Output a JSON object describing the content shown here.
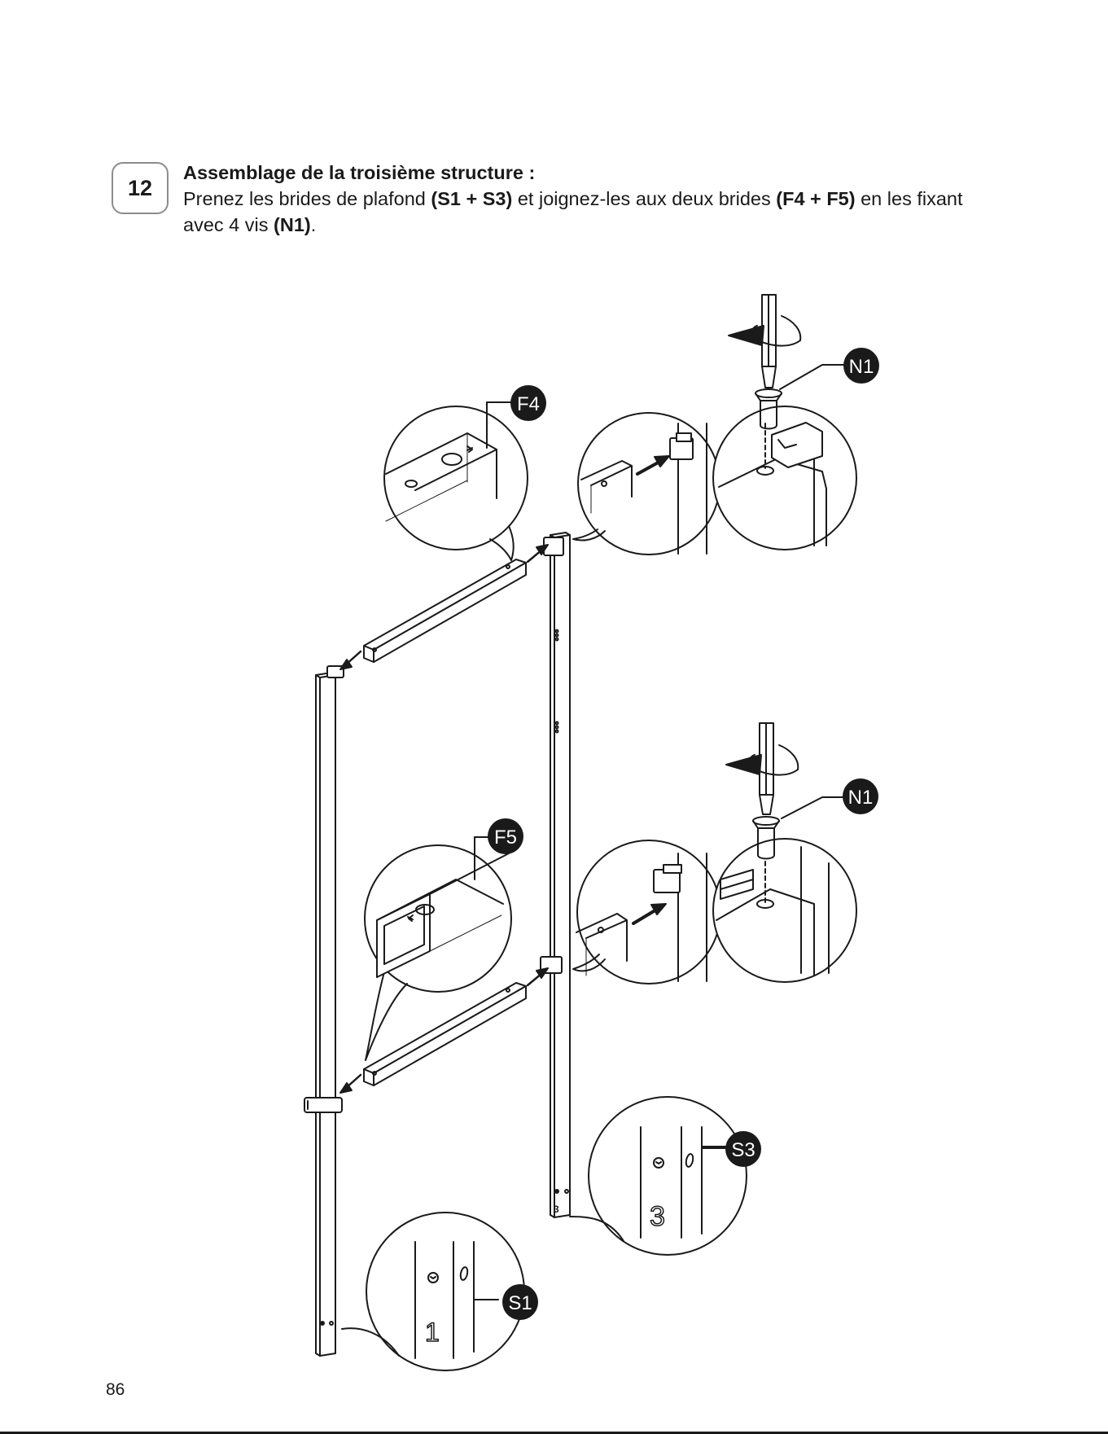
{
  "step": {
    "number": "12",
    "title": "Assemblage de la troisième structure :",
    "text_1": "Prenez les brides de plafond ",
    "bold_1": "(S1 + S3)",
    "text_2": " et joignez-les aux deux brides ",
    "bold_2": "(F4 + F5)",
    "text_3": " en les fixant avec 4 vis ",
    "bold_3": "(N1)",
    "text_4": "."
  },
  "labels": {
    "f4": "F4",
    "f5": "F5",
    "n1_top": "N1",
    "n1_bottom": "N1",
    "s1": "S1",
    "s3": "S3",
    "digit_1": "1",
    "digit_3": "3",
    "small_3": "3"
  },
  "page_number": "86"
}
